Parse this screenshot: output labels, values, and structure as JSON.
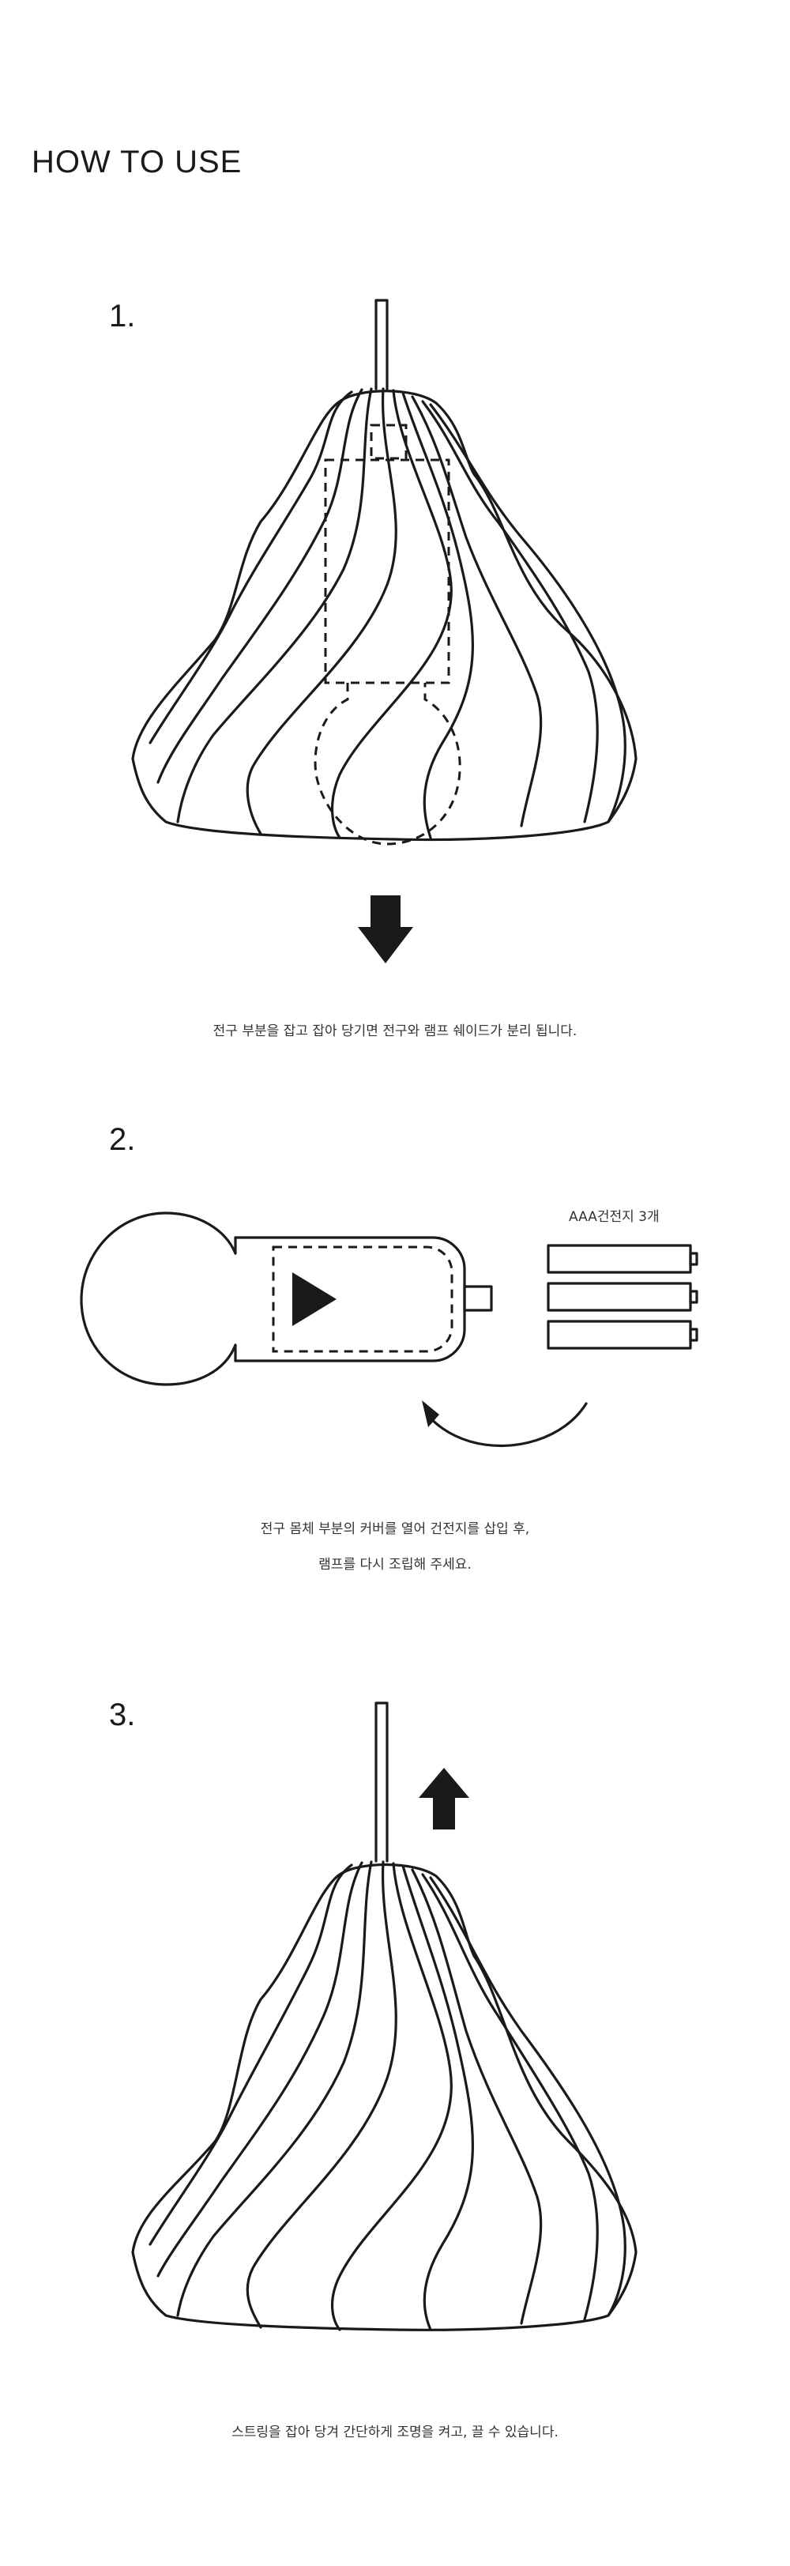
{
  "header": {
    "title": "HOW TO USE"
  },
  "steps": [
    {
      "number": "1.",
      "caption": "전구 부분을 잡고 잡아 당기면 전구와 램프 쉐이드가 분리 됩니다."
    },
    {
      "number": "2.",
      "battery_label": "AAA건전지 3개",
      "caption_line1": "전구 몸체 부분의 커버를 열어 건전지를 삽입 후,",
      "caption_line2": "램프를 다시 조립해 주세요."
    },
    {
      "number": "3.",
      "caption": "스트링을 잡아 당겨 간단하게 조명을 켜고, 끌 수 있습니다."
    }
  ],
  "colors": {
    "line": "#1a1a1a",
    "background": "#ffffff"
  },
  "icons": [
    "down-arrow-icon",
    "play-icon",
    "curved-arrow-icon",
    "up-arrow-icon"
  ]
}
